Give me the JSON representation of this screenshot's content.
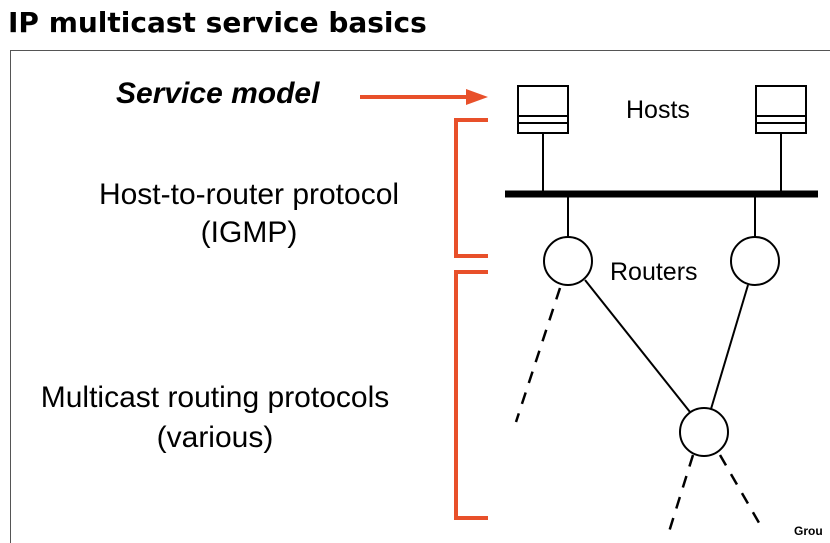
{
  "slide": {
    "title": "IP multicast service basics",
    "footer": "Grou"
  },
  "labels": {
    "service_model": "Service model",
    "host_protocol_line1": "Host-to-router protocol",
    "host_protocol_line2": "(IGMP)",
    "routing_line1": "Multicast routing protocols",
    "routing_line2": "(various)",
    "hosts": "Hosts",
    "routers": "Routers"
  },
  "colors": {
    "accent": "#e8502a",
    "line": "#000000"
  }
}
